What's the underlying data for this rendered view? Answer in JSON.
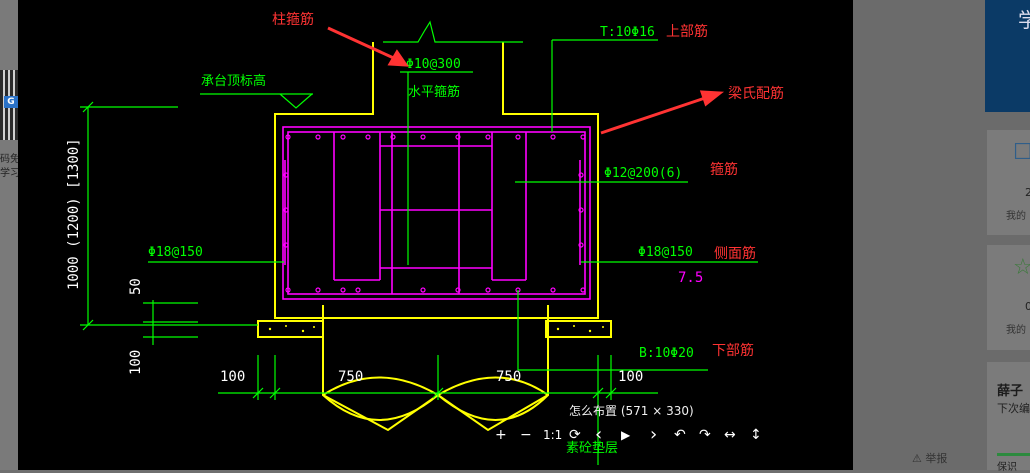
{
  "background_page": {
    "left_badge": "G",
    "left_text_1": "码免",
    "left_text_2": "学习",
    "banner_char": "学",
    "card1_count": "2",
    "card1_label": "我的",
    "card2_count": "0",
    "card2_label": "我的",
    "user_name": "薛子",
    "user_sub": "下次编",
    "user_tail": "保识",
    "report_label": "举报"
  },
  "viewer": {
    "caption": "怎么布置 (571 × 330)",
    "toolbar": {
      "zoom_in": "+",
      "zoom_out": "−",
      "actual_size": "1:1",
      "rotate": "⟳",
      "prev": "‹",
      "play": "▶",
      "next": "›",
      "undo": "↶",
      "redo": "↷",
      "fit_width": "↔",
      "fit_height": "↕"
    }
  },
  "drawing": {
    "dim_height": "1000 (1200) [1300]",
    "dim_50": "50",
    "dim_100_left": "100",
    "dim_100_bottom": "100",
    "dim_750_left": "750",
    "dim_750_right": "750",
    "dim_100_right": "100",
    "cap_top_label": "承台顶标高",
    "column_bar_spec": "Φ10@300",
    "column_bar_name": "水平箍筋",
    "top_bar_spec": "T:10Φ16",
    "stirrup_spec": "Φ12@200(6)",
    "side_bar_left": "Φ18@150",
    "side_bar_right": "Φ18@150",
    "side_number": "7.5",
    "bottom_bar_spec": "B:10Φ20",
    "pile_label": "素砼垫层"
  },
  "annotations": {
    "column_stirrup": "柱箍筋",
    "top_rebar": "上部筋",
    "beam_rebar": "梁氏配筋",
    "stirrup": "箍筋",
    "side_rebar": "侧面筋",
    "bottom_rebar": "下部筋"
  },
  "colors": {
    "cad_green": "#00ff00",
    "cad_yellow": "#ffff00",
    "cad_magenta": "#ff00ff",
    "cad_white": "#ffffff",
    "annotation_red": "#ff3333"
  }
}
